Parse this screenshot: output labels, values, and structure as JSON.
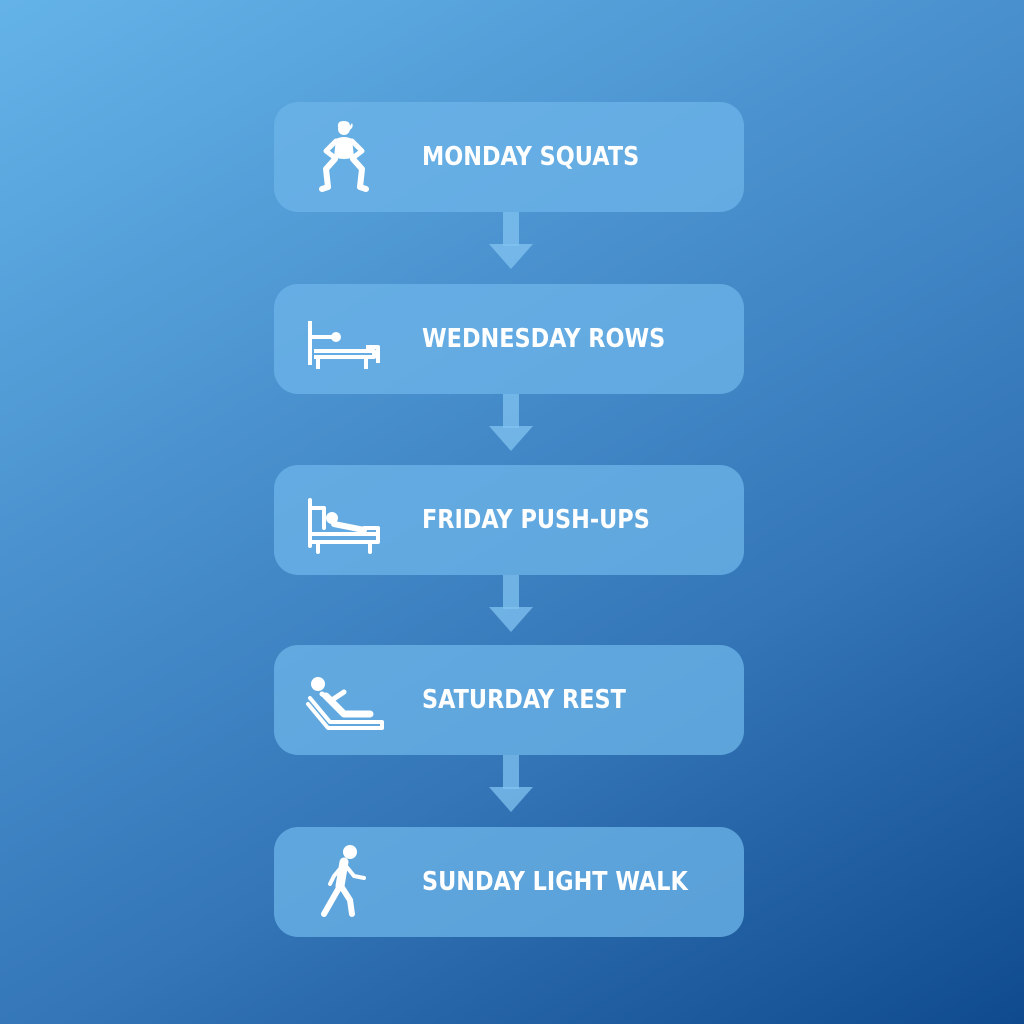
{
  "colors": {
    "background_top": "#64b3e8",
    "background_bottom": "#0f4a8e",
    "card": "#6cb4e8",
    "text": "#ffffff"
  },
  "steps": [
    {
      "label": "MONDAY SQUATS",
      "icon": "squat-icon"
    },
    {
      "label": "WEDNESDAY ROWS",
      "icon": "rowing-machine-icon"
    },
    {
      "label": "FRIDAY PUSH-UPS",
      "icon": "bench-pushup-icon"
    },
    {
      "label": "SATURDAY REST",
      "icon": "reclining-rest-icon"
    },
    {
      "label": "SUNDAY LIGHT WALK",
      "icon": "walking-person-icon"
    }
  ]
}
